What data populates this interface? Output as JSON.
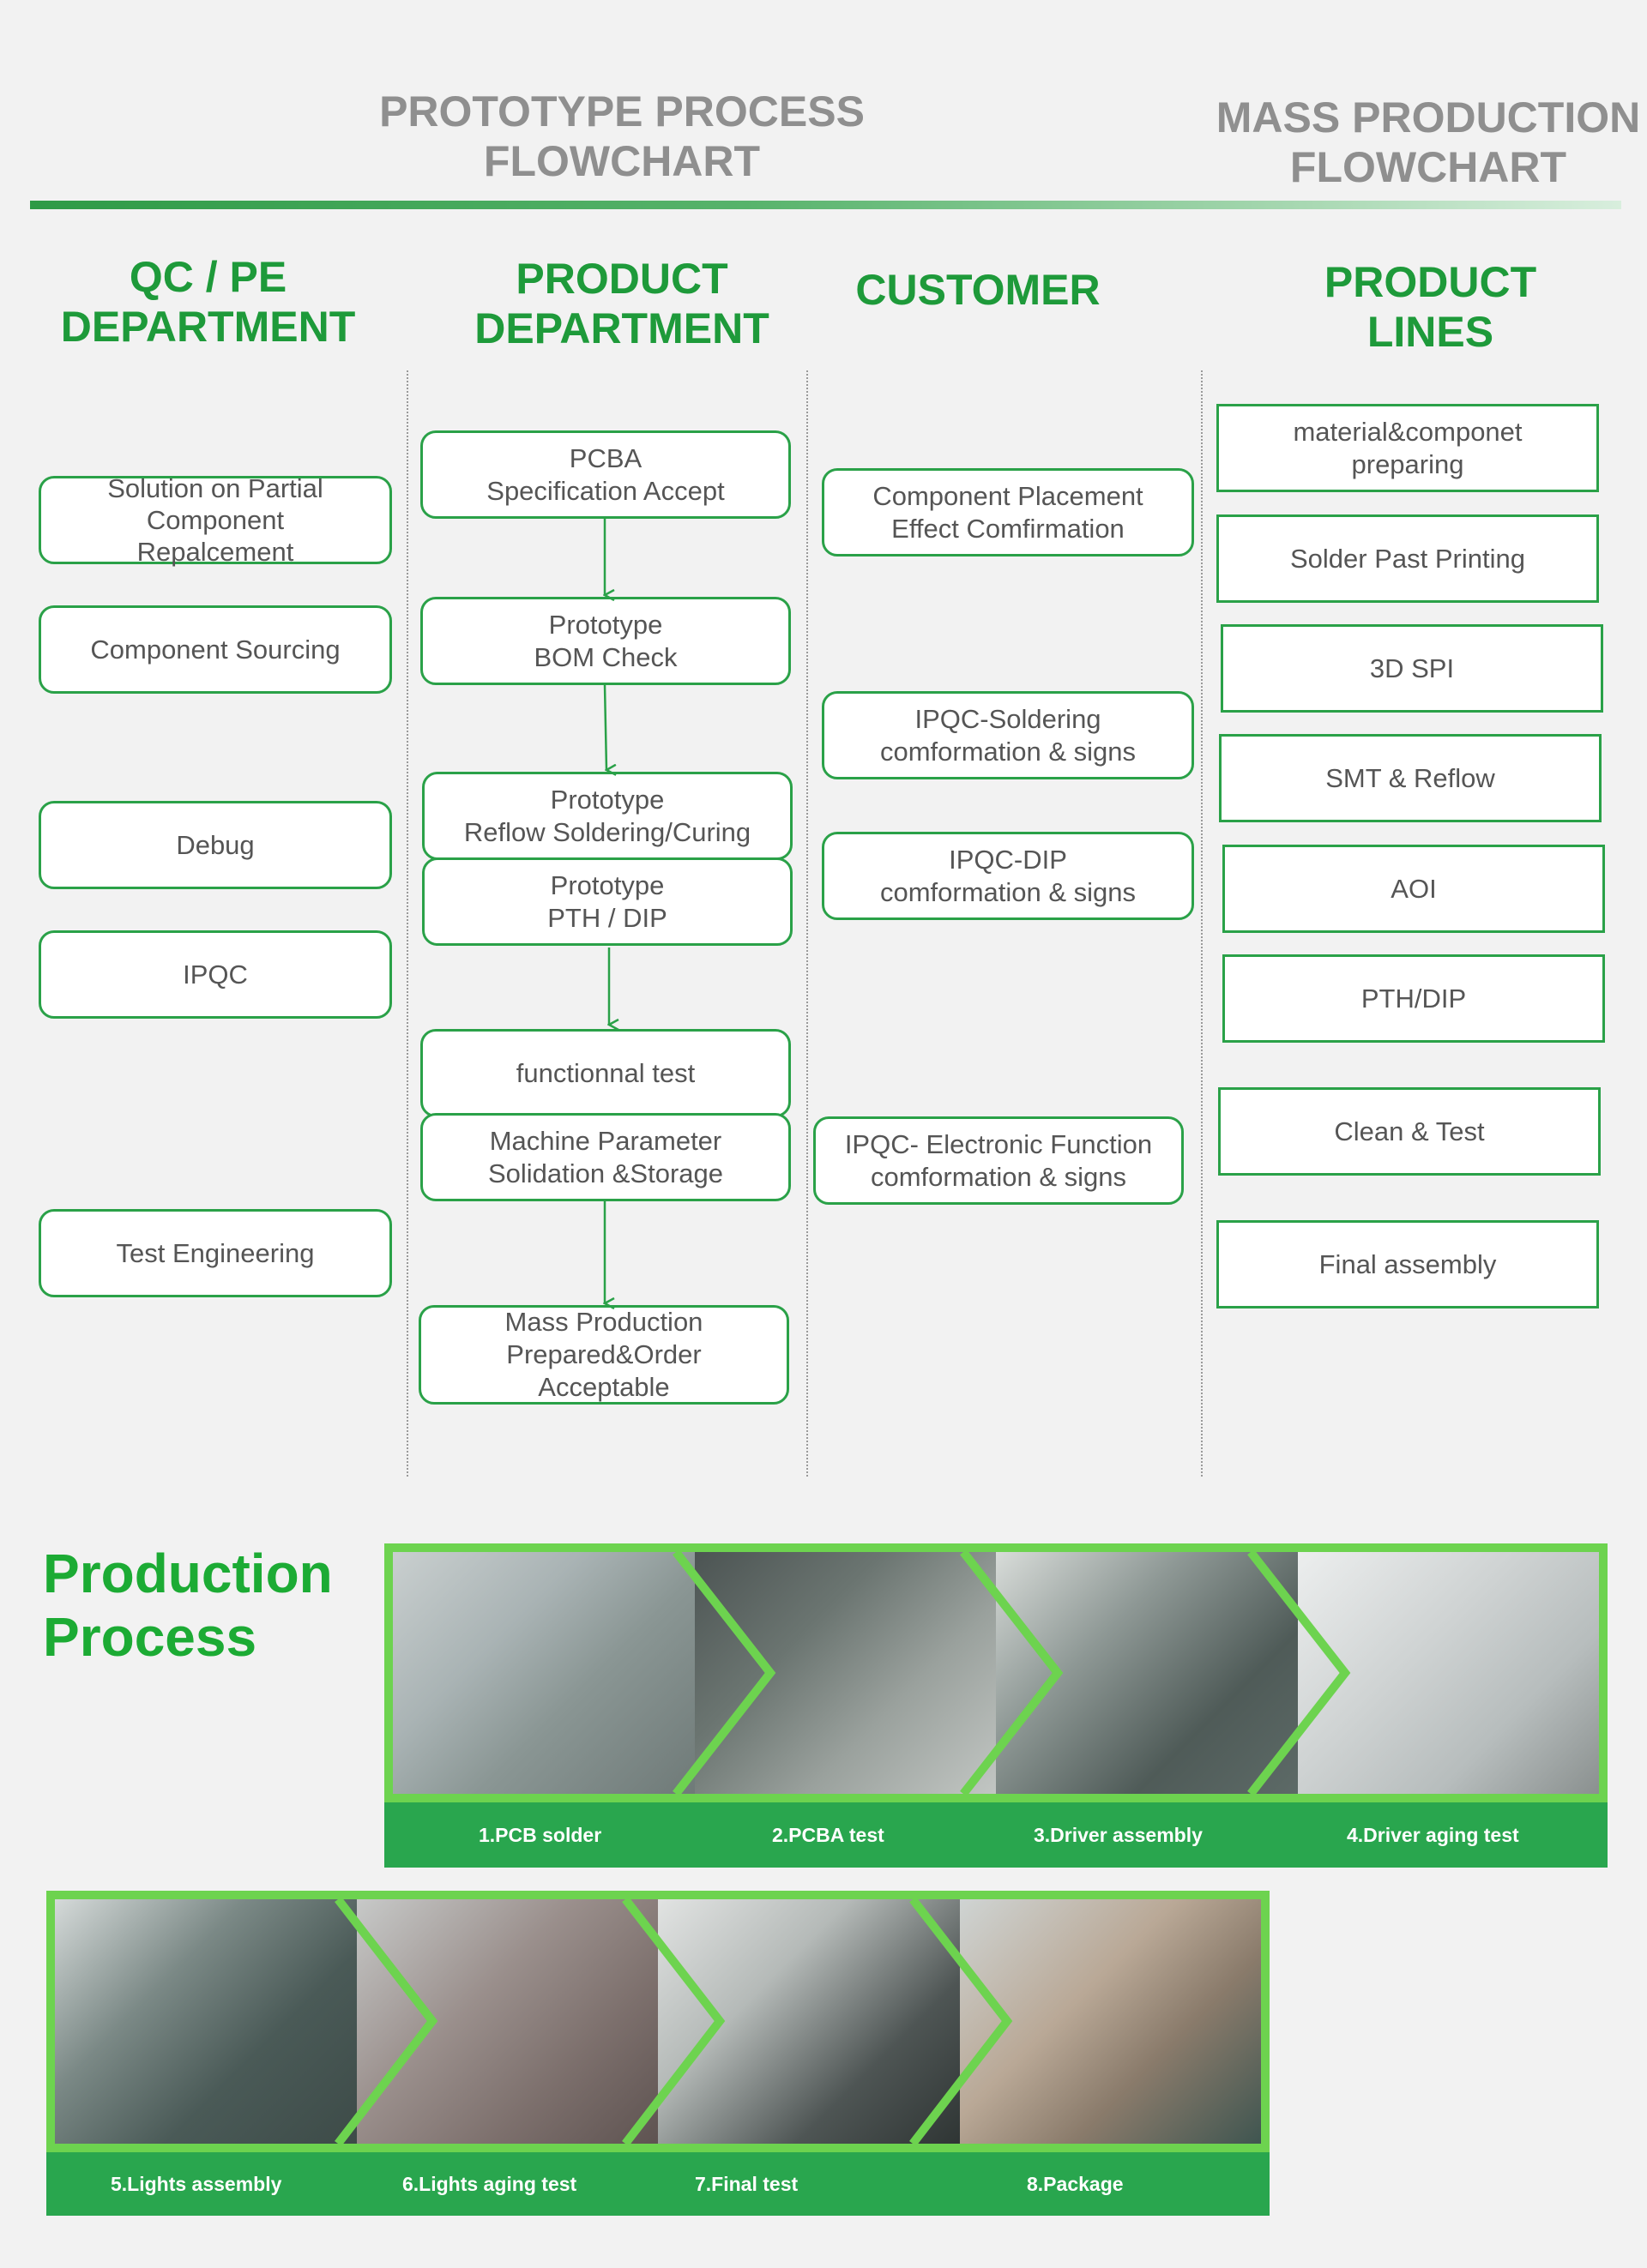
{
  "headers": {
    "prototype": "PROTOTYPE PROCESS\nFLOWCHART",
    "mass": "MASS PRODUCTION\nFLOWCHART"
  },
  "columns": {
    "qc": "QC / PE\nDEPARTMENT",
    "product": "PRODUCT\nDEPARTMENT",
    "customer": "CUSTOMER",
    "lines": "PRODUCT\nLINES"
  },
  "qc_boxes": [
    "Solution on Partial\nComponent\nRepalcement",
    "Component Sourcing",
    "Debug",
    "IPQC",
    "Test Engineering"
  ],
  "product_boxes": [
    "PCBA\nSpecification Accept",
    "Prototype\nBOM Check",
    "Prototype\nReflow Soldering/Curing",
    "Prototype\nPTH / DIP",
    "functionnal test",
    "Machine Parameter\nSolidation &Storage",
    "Mass Production\nPrepared&Order\nAcceptable"
  ],
  "customer_boxes": [
    "Component Placement\nEffect Comfirmation",
    "IPQC-Soldering\ncomformation & signs",
    "IPQC-DIP\ncomformation & signs",
    "IPQC- Electronic Function\ncomformation & signs"
  ],
  "line_boxes": [
    "material&componet\npreparing",
    "Solder Past Printing",
    "3D SPI",
    "SMT & Reflow",
    "AOI",
    "PTH/DIP",
    "Clean & Test",
    "Final assembly"
  ],
  "production": {
    "title": "Production\nProcess",
    "row1": [
      "1.PCB solder",
      "2.PCBA test",
      "3.Driver assembly",
      "4.Driver aging test"
    ],
    "row2": [
      "5.Lights assembly",
      "6.Lights aging test",
      "7.Final  test",
      "8.Package"
    ]
  },
  "colors": {
    "accent_green": "#1e9a3a",
    "box_border": "#2aa148",
    "header_gray": "#8f8f8f",
    "strip_green": "#6dd34f",
    "caption_bar": "#29a64e"
  }
}
